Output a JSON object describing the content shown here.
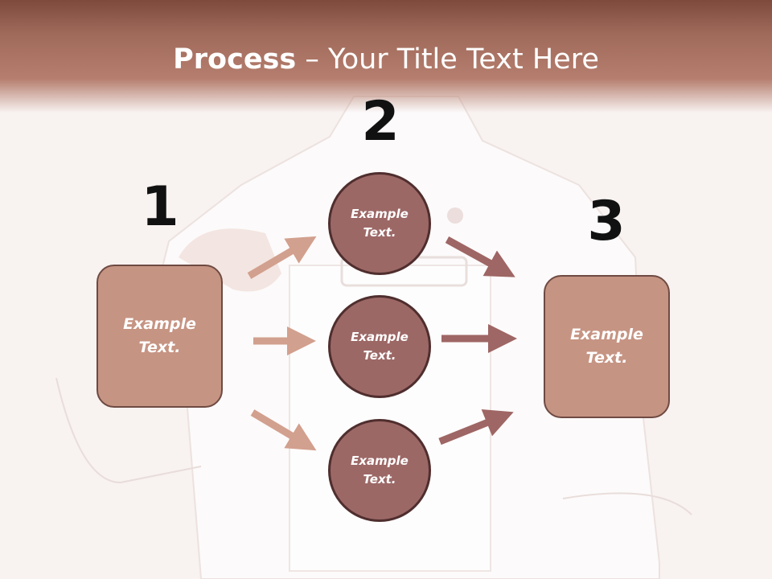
{
  "title": {
    "bold": "Process",
    "rest": " – Your Title Text Here"
  },
  "steps": [
    {
      "number": "1",
      "label": "Example\nText."
    },
    {
      "number": "2",
      "labels": [
        "Example\nText.",
        "Example\nText.",
        "Example\nText."
      ]
    },
    {
      "number": "3",
      "label": "Example\nText."
    }
  ],
  "colors": {
    "header": "#8b5546",
    "box_fill": "#c69483",
    "circle_fill": "#9c6866",
    "arrow_left": "#d2a08e",
    "arrow_right": "#9e6664"
  }
}
